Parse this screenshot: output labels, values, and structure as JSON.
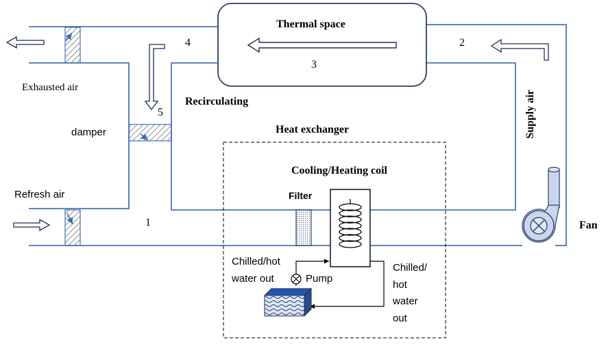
{
  "labels": {
    "thermal_space": "Thermal space",
    "node_1": "1",
    "node_2": "2",
    "node_3": "3",
    "node_4": "4",
    "node_5": "5",
    "exhausted_air": "Exhausted air",
    "damper": "damper",
    "recirculating": "Recirculating",
    "refresh_air": "Refresh air",
    "heat_exchanger": "Heat exchanger",
    "cooling_heating_coil": "Cooling/Heating coil",
    "filter": "Filter",
    "supply_air": "Supply air",
    "fan": "Fan",
    "chilled_hot_water_out_left_1": "Chilled/hot",
    "chilled_hot_water_out_left_2": "water out",
    "pump": "Pump",
    "chilled_hot_water_out_right_1": "Chilled/",
    "chilled_hot_water_out_right_2": "hot",
    "chilled_hot_water_out_right_3": "water",
    "chilled_hot_water_out_right_4": "out"
  },
  "colors": {
    "duct": "#4a74b5",
    "arrow": "#1f2f4f",
    "damper_fill": "#3f6fb0",
    "fan_fill": "#c9d6ee",
    "tank_front": "#dbe6f6",
    "tank_top": "#1f56b3"
  }
}
